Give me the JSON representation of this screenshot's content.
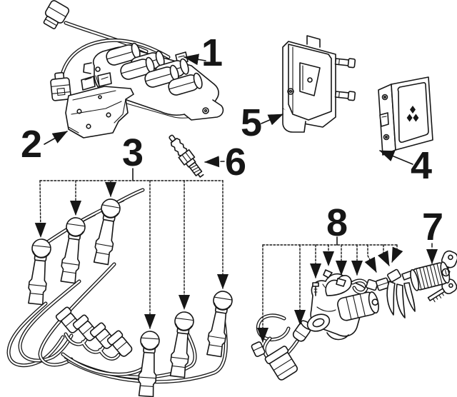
{
  "colors": {
    "background": "#ffffff",
    "ink": "#161616"
  },
  "diagram": {
    "callouts": [
      {
        "label": "1",
        "part": "ignition-coil-pack"
      },
      {
        "label": "2",
        "part": "coil-mounting-bracket"
      },
      {
        "label": "3",
        "part": "spark-plug-wire-set"
      },
      {
        "label": "4",
        "part": "engine-control-module"
      },
      {
        "label": "5",
        "part": "control-module-with-bracket"
      },
      {
        "label": "6",
        "part": "spark-plug"
      },
      {
        "label": "7",
        "part": "ignition-lock-cylinder-with-keys"
      },
      {
        "label": "8",
        "part": "ignition-switch-assembly"
      }
    ]
  }
}
